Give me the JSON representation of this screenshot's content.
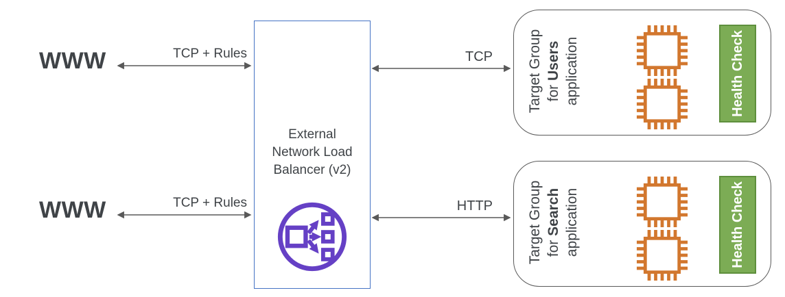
{
  "www_top": {
    "label": "WWW"
  },
  "www_bottom": {
    "label": "WWW"
  },
  "edges": {
    "www_top_to_lb": "TCP + Rules",
    "www_bottom_to_lb": "TCP + Rules",
    "lb_to_users": "TCP",
    "lb_to_search": "HTTP"
  },
  "load_balancer": {
    "line1": "External",
    "line2": "Network Load",
    "line3": "Balancer (v2)"
  },
  "target_groups": [
    {
      "title_line1": "Target Group",
      "title_line2_normal": "for ",
      "title_line2_bold": "Users",
      "title_line3": "application",
      "health_check": "Health Check",
      "instance_count": 2
    },
    {
      "title_line1": "Target Group",
      "title_line2_normal": "for ",
      "title_line2_bold": "Search",
      "title_line3": "application",
      "health_check": "Health Check",
      "instance_count": 2
    }
  ],
  "icons": {
    "load_balancer_icon": "elastic-load-balancer",
    "instance_icon": "server-chip",
    "connector_icon": "double-headed-arrow"
  },
  "colors": {
    "box_border_blue": "#4472C4",
    "elb_purple": "#6540C5",
    "chip_orange": "#D2772E",
    "health_green": "#7CAC55",
    "health_green_border": "#5E8F3C",
    "arrow_gray": "#595959",
    "group_border": "#595959",
    "text_dark": "#3F4347"
  }
}
